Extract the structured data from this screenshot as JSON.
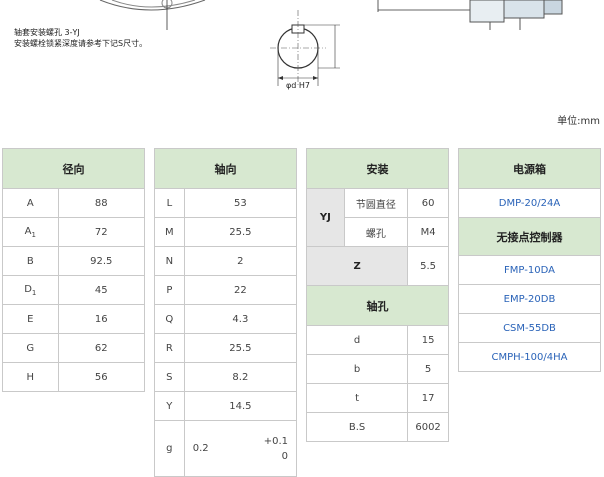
{
  "drawing": {
    "caption1": "轴套安装螺孔 3-YJ",
    "caption2": "安装螺栓锁紧深度请参考下记S尺寸。",
    "dim_bore": "φd H7"
  },
  "unit": "单位:mm",
  "radial": {
    "title": "径向",
    "rows": [
      {
        "k": "A",
        "sub": "",
        "v": "88"
      },
      {
        "k": "A",
        "sub": "1",
        "v": "72"
      },
      {
        "k": "B",
        "sub": "",
        "v": "92.5"
      },
      {
        "k": "D",
        "sub": "1",
        "v": "45"
      },
      {
        "k": "E",
        "sub": "",
        "v": "16"
      },
      {
        "k": "G",
        "sub": "",
        "v": "62"
      },
      {
        "k": "H",
        "sub": "",
        "v": "56"
      }
    ]
  },
  "axial": {
    "title": "轴向",
    "rows": [
      {
        "k": "L",
        "v": "53"
      },
      {
        "k": "M",
        "v": "25.5"
      },
      {
        "k": "N",
        "v": "2"
      },
      {
        "k": "P",
        "v": "22"
      },
      {
        "k": "Q",
        "v": "4.3"
      },
      {
        "k": "R",
        "v": "25.5"
      },
      {
        "k": "S",
        "v": "8.2"
      },
      {
        "k": "Y",
        "v": "14.5"
      }
    ],
    "g": {
      "k": "g",
      "base": "0.2",
      "upper": "+0.1",
      "lower": "0"
    }
  },
  "install": {
    "title": "安装",
    "yj": "YJ",
    "pcd_label": "节圆直径",
    "pcd_value": "60",
    "screw_label": "螺孔",
    "screw_value": "M4",
    "z_label": "Z",
    "z_value": "5.5",
    "bore_title": "轴孔",
    "bore_rows": [
      {
        "k": "d",
        "v": "15"
      },
      {
        "k": "b",
        "v": "5"
      },
      {
        "k": "t",
        "v": "17"
      },
      {
        "k": "B.S",
        "v": "6002"
      }
    ]
  },
  "power": {
    "title": "电源箱",
    "items": [
      "DMP-20/24A"
    ],
    "ctrl_title": "无接点控制器",
    "ctrl_items": [
      "FMP-10DA",
      "EMP-20DB",
      "CSM-55DB",
      "CMPH-100/4HA"
    ]
  }
}
